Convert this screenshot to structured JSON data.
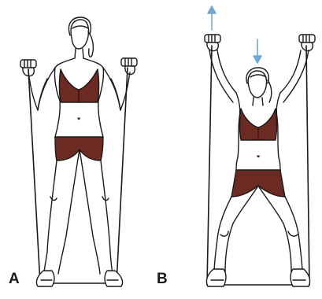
{
  "panels": [
    {
      "label": "A",
      "pose": "standing-arms-at-shoulder-height"
    },
    {
      "label": "B",
      "pose": "squat-arms-overhead"
    }
  ],
  "colors": {
    "outfit": "#6b2a22",
    "outline": "#1a1a1a",
    "arrow": "#6fa8d6",
    "background": "#ffffff"
  },
  "icons": {
    "arrow_up": "arrow-up-icon",
    "arrow_down": "arrow-down-icon"
  }
}
